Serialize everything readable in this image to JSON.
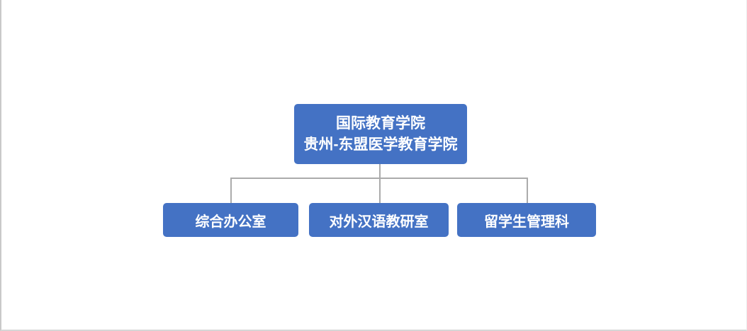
{
  "org_chart": {
    "root": {
      "line1": "国际教育学院",
      "line2": "贵州-东盟医学教育学院"
    },
    "children": [
      {
        "label": "综合办公室"
      },
      {
        "label": "对外汉语教研室"
      },
      {
        "label": "留学生管理科"
      }
    ],
    "colors": {
      "node_fill": "#4472c4",
      "node_text": "#ffffff",
      "connector": "#ababab",
      "canvas_background": "#ffffff",
      "canvas_edge": "#c9c9c9"
    }
  }
}
